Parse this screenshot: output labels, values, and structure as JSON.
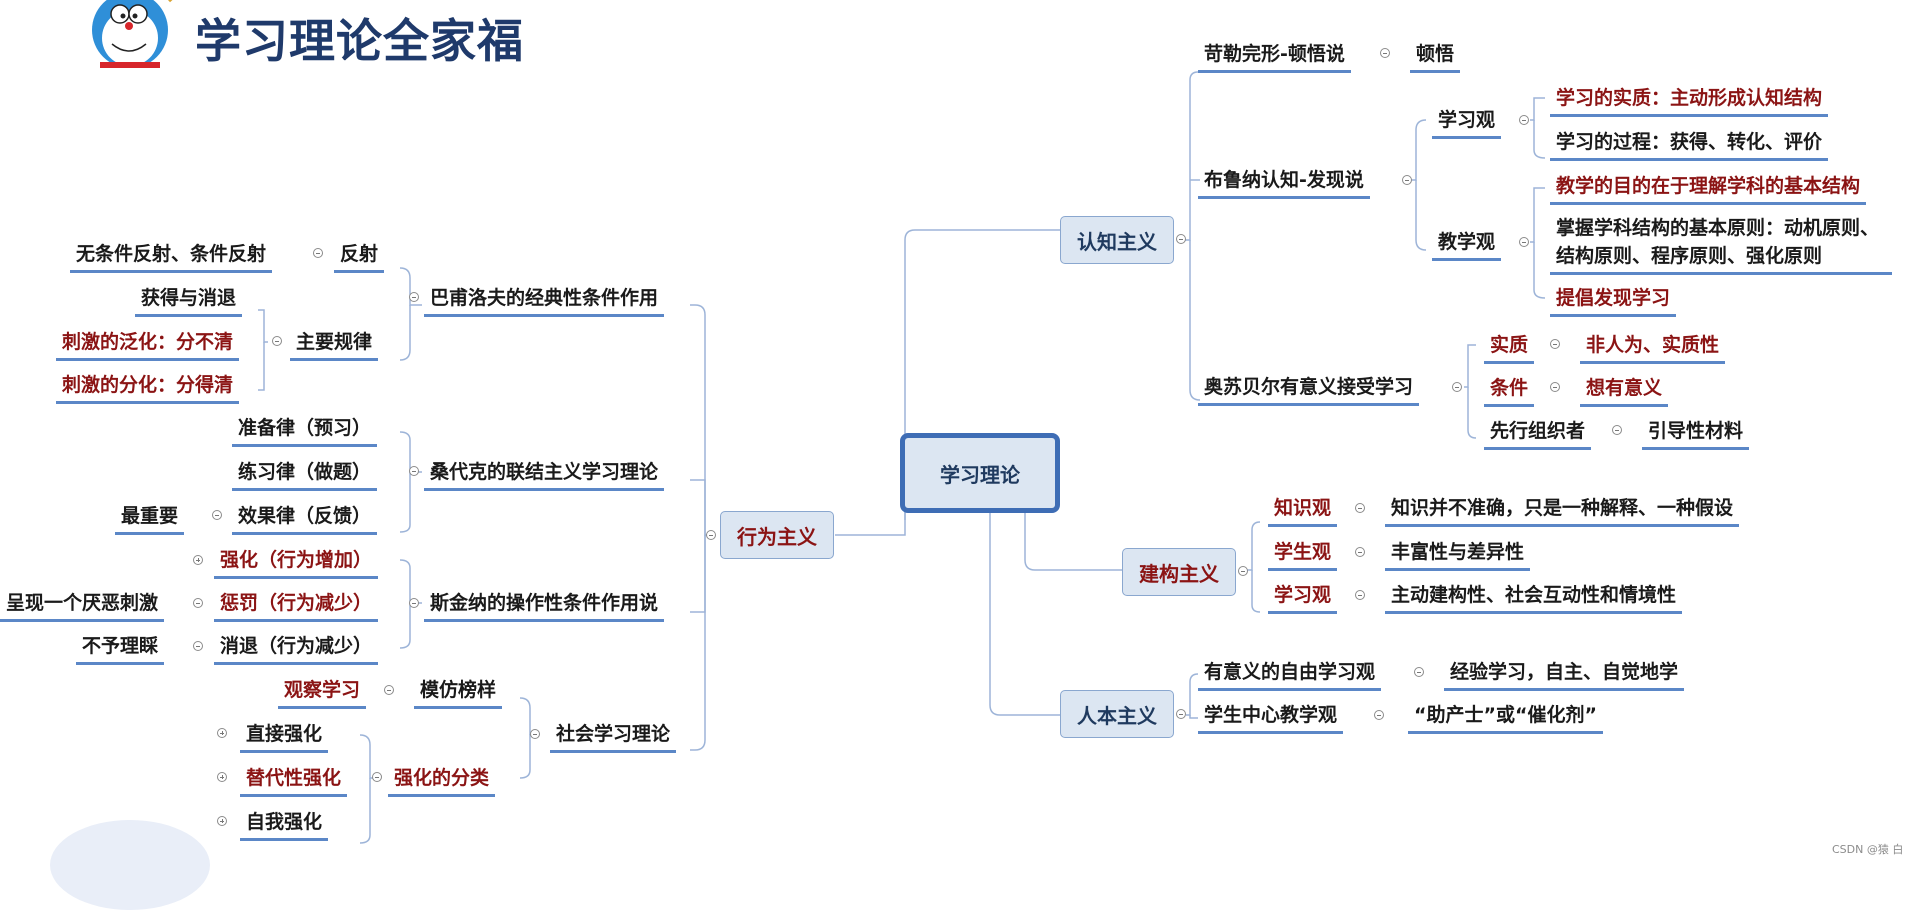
{
  "title": "学习理论全家福",
  "root": "学习理论",
  "watermark": "CSDN @猿 白",
  "colors": {
    "accent": "#3e6db5",
    "emphasis": "#8b1414",
    "node_fill": "#dce6f2",
    "underline": "#5b87c7"
  },
  "icons": {
    "mascot": "doraemon-mascot-icon",
    "collapse": "collapse-circle-icon",
    "expand": "expand-circle-icon"
  },
  "cognitivism": {
    "label": "认知主义",
    "kohler": {
      "label": "苛勒完形-顿悟说",
      "leaf": "顿悟"
    },
    "bruner": {
      "label": "布鲁纳认知-发现说",
      "learning_view": {
        "label": "学习观",
        "items": [
          "学习的实质：主动形成认知结构",
          "学习的过程：获得、转化、评价"
        ]
      },
      "teaching_view": {
        "label": "教学观",
        "items": [
          "教学的目的在于理解学科的基本结构",
          "掌握学科结构的基本原则：动机原则、",
          "结构原则、程序原则、强化原则",
          "提倡发现学习"
        ]
      }
    },
    "ausubel": {
      "label": "奥苏贝尔有意义接受学习",
      "essence": {
        "label": "实质",
        "leaf": "非人为、实质性"
      },
      "condition": {
        "label": "条件",
        "leaf": "想有意义"
      },
      "organizer": {
        "label": "先行组织者",
        "leaf": "引导性材料"
      }
    }
  },
  "constructivism": {
    "label": "建构主义",
    "knowledge": {
      "label": "知识观",
      "leaf": "知识并不准确，只是一种解释、一种假设"
    },
    "student": {
      "label": "学生观",
      "leaf": "丰富性与差异性"
    },
    "learning": {
      "label": "学习观",
      "leaf": "主动建构性、社会互动性和情境性"
    }
  },
  "humanism": {
    "label": "人本主义",
    "free": {
      "label": "有意义的自由学习观",
      "leaf": "经验学习，自主、自觉地学"
    },
    "student_centered": {
      "label": "学生中心教学观",
      "leaf": "“助产士”或“催化剂”"
    }
  },
  "behaviorism": {
    "label": "行为主义",
    "pavlov": {
      "label": "巴甫洛夫的经典性条件作用",
      "reflex": {
        "label": "反射",
        "leaf": "无条件反射、条件反射"
      },
      "laws": {
        "label": "主要规律",
        "items": [
          "获得与消退",
          "刺激的泛化：分不清",
          "刺激的分化：分得清"
        ]
      }
    },
    "thorndike": {
      "label": "桑代克的联结主义学习理论",
      "items": [
        "准备律（预习）",
        "练习律（做题）",
        "效果律（反馈）"
      ],
      "note": "最重要"
    },
    "skinner": {
      "label": "斯金纳的操作性条件作用说",
      "reinforce": "强化（行为增加）",
      "punish": {
        "label": "惩罚（行为减少）",
        "leaf": "呈现一个厌恶刺激"
      },
      "extinction": {
        "label": "消退（行为减少）",
        "leaf": "不予理睬"
      }
    },
    "social": {
      "label": "社会学习理论",
      "model": {
        "label": "模仿榜样",
        "leaf": "观察学习"
      },
      "types": {
        "label": "强化的分类",
        "items": [
          "直接强化",
          "替代性强化",
          "自我强化"
        ]
      }
    }
  }
}
